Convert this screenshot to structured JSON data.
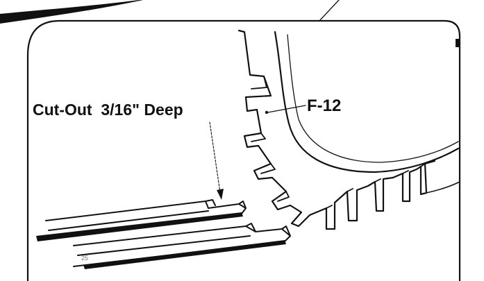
{
  "labels": {
    "cutout": "Cut-Out  3/16\" Deep",
    "part": "F-12",
    "small_mark": "25"
  },
  "colors": {
    "ink": "#111111",
    "background": "#ffffff"
  }
}
